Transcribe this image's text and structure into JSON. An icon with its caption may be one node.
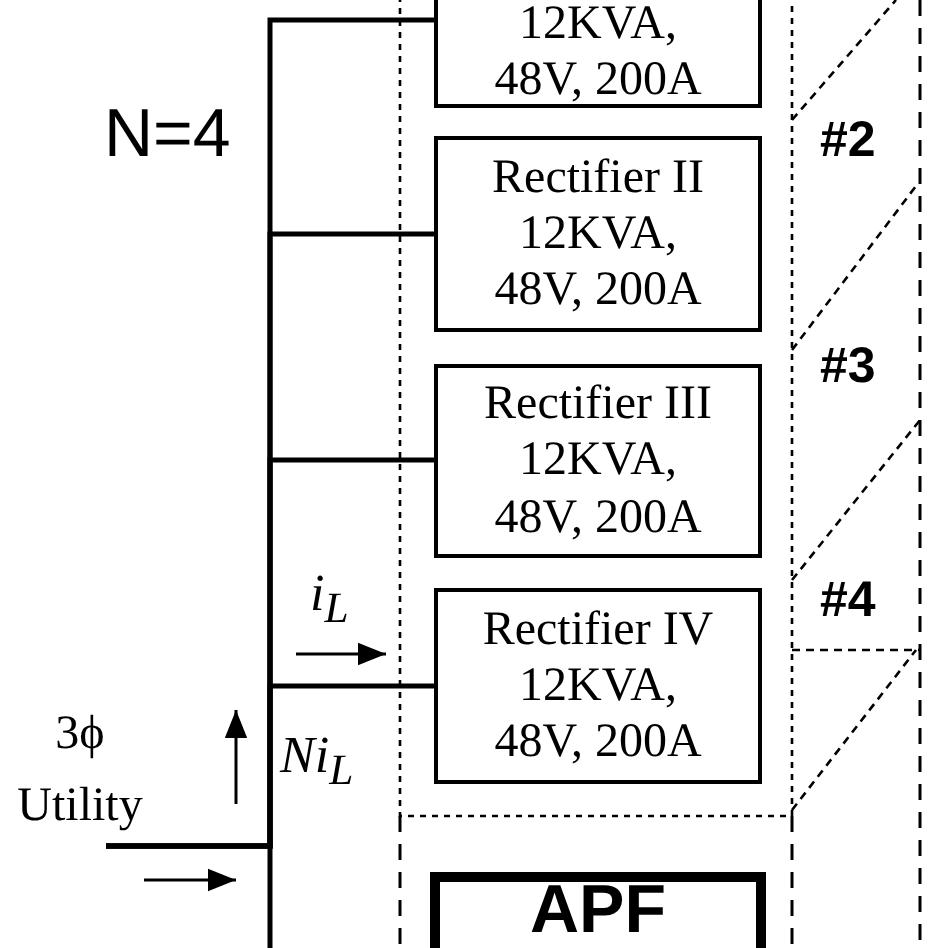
{
  "diagram": {
    "nodes": [
      {
        "text": [
          "12KVA, 48V, 200A"
        ]
      },
      {
        "text": [
          "Rectifier II 12KVA, 48V, 200A"
        ]
      },
      {
        "text": [
          "Rectifier III 12KVA, 48V, 200A"
        ]
      },
      {
        "text": [
          "Rectifier IV 12KVA, 48V, 200A"
        ]
      },
      {
        "text": [
          "3ϕ Utility"
        ]
      },
      {
        "text": [
          "APF"
        ]
      }
    ],
    "edges": [
      {
        "from": 4,
        "to": 0,
        "arrow": "none"
      },
      {
        "from": 4,
        "to": 1,
        "arrow": "none"
      },
      {
        "from": 4,
        "to": 2,
        "arrow": "none"
      },
      {
        "from": 4,
        "to": 3,
        "arrow": "none"
      }
    ],
    "labels": [
      "N=4",
      "#2",
      "#3",
      "#4",
      "i$_{L}$",
      "Ni$_{L}$"
    ]
  }
}
